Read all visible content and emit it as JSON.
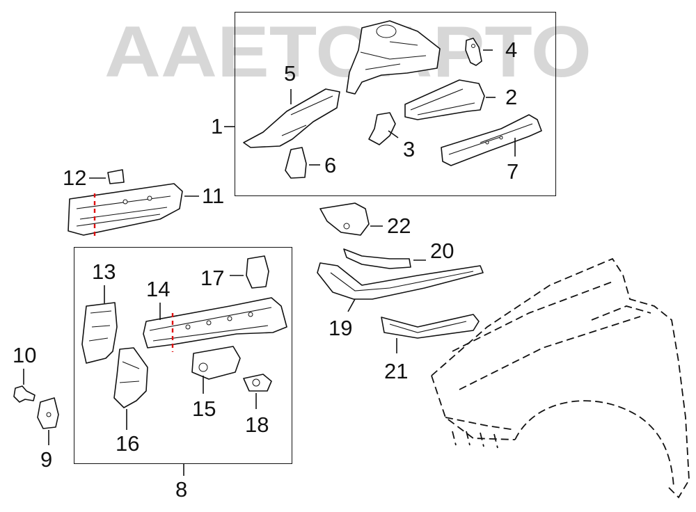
{
  "watermark": {
    "text": "AAETOAPTO",
    "color": "#b8b8b8"
  },
  "colors": {
    "line": "#111111",
    "cut_marker": "#e01010",
    "background": "#ffffff"
  },
  "callouts": {
    "c1": "1",
    "c2": "2",
    "c3": "3",
    "c4": "4",
    "c5": "5",
    "c6": "6",
    "c7": "7",
    "c8": "8",
    "c9": "9",
    "c10": "10",
    "c11": "11",
    "c12": "12",
    "c13": "13",
    "c14": "14",
    "c15": "15",
    "c16": "16",
    "c17": "17",
    "c18": "18",
    "c19": "19",
    "c20": "20",
    "c21": "21",
    "c22": "22"
  }
}
